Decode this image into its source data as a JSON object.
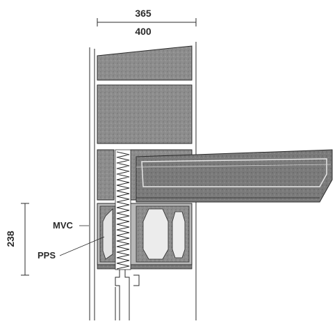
{
  "dimensions": {
    "top_upper": "365",
    "top_lower": "400",
    "left_height": "238"
  },
  "labels": {
    "mvc": "MVC",
    "pps": "PPS"
  },
  "colors": {
    "stroke": "#2b2b2b",
    "concrete_fill": "#8f8f8f",
    "concrete_dark": "#6f6f6f",
    "slab_fill": "#9a9a9a",
    "block_light": "#d4d4d4",
    "background": "#ffffff"
  },
  "icons": [
    "zigzag-insulation-strip",
    "hexagon-void-block"
  ]
}
